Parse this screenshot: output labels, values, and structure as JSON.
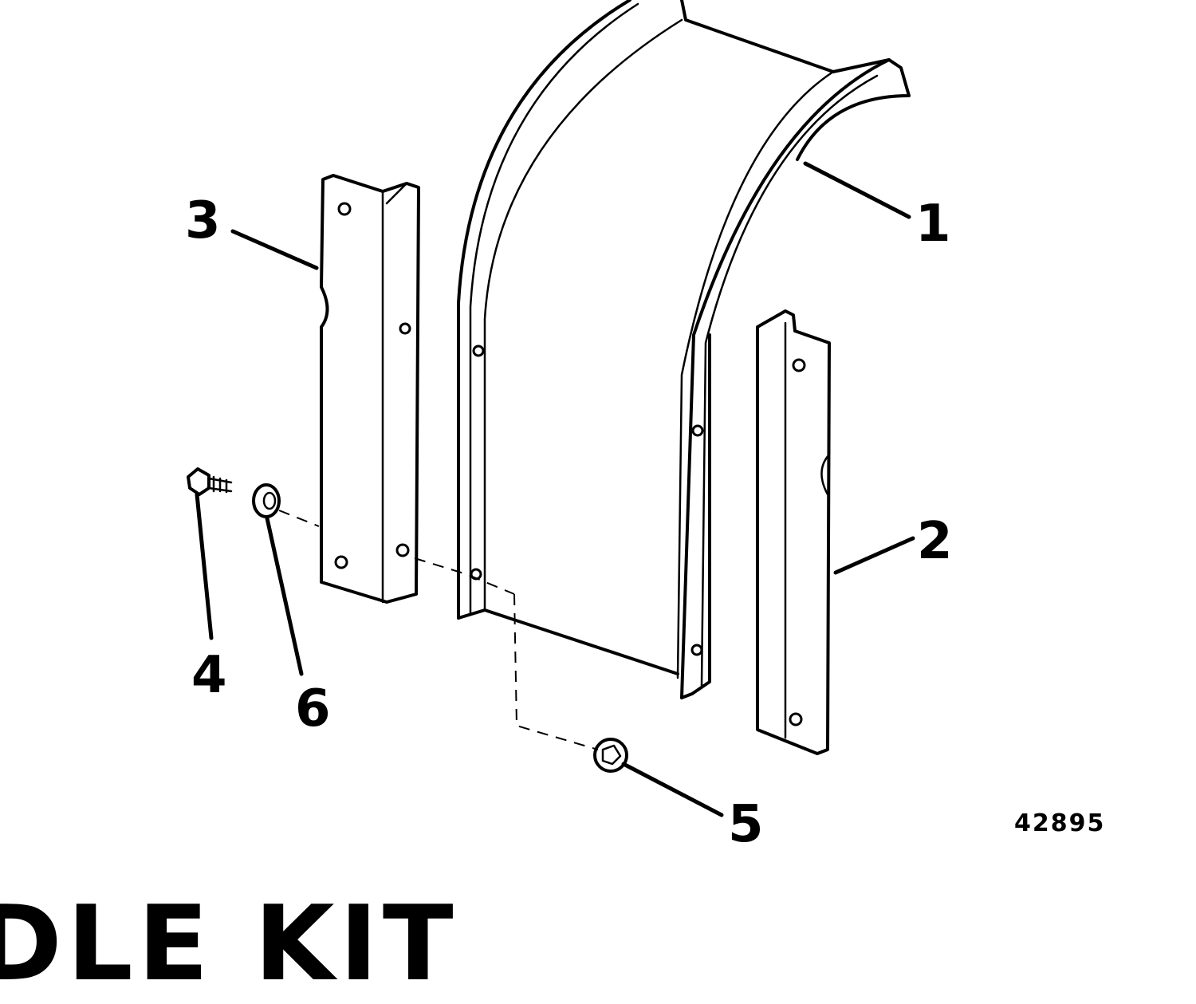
{
  "callouts": {
    "c1": "1",
    "c2": "2",
    "c3": "3",
    "c4": "4",
    "c5": "5",
    "c6": "6"
  },
  "figure_number": "42895",
  "kit_title": "DLE KIT"
}
